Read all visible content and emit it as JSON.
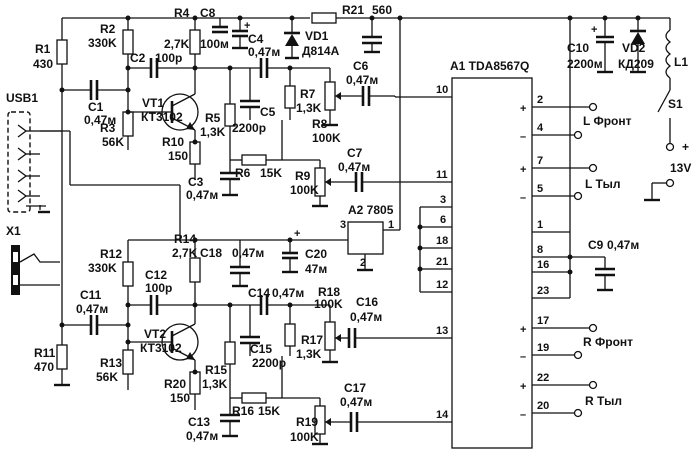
{
  "ic_amp": {
    "label": "A1 TDA8567Q"
  },
  "regulator": {
    "label": "A2 7805",
    "pins": [
      "1",
      "2",
      "3"
    ]
  },
  "amp_pins_left": [
    "10",
    "11",
    "3",
    "6",
    "18",
    "21",
    "12",
    "13",
    "14"
  ],
  "amp_pins_right": [
    "2",
    "4",
    "7",
    "5",
    "1",
    "8",
    "16",
    "23",
    "17",
    "19",
    "22",
    "20"
  ],
  "polarity": {
    "plus": "+",
    "minus": "–"
  },
  "outputs": {
    "l_front": "L Фронт",
    "l_rear": "L Тыл",
    "r_front": "R Фронт",
    "r_rear": "R Тыл"
  },
  "power": {
    "s1": "S1",
    "l1": "L1",
    "plus": "+",
    "voltage": "13V"
  },
  "connectors": {
    "usb": "USB1",
    "jack": "X1"
  },
  "resistors": {
    "R1": [
      "R1",
      "430"
    ],
    "R2": [
      "R2",
      "330K"
    ],
    "R3": [
      "R3",
      "56K"
    ],
    "R4": [
      "R4",
      "2,7K"
    ],
    "R5": [
      "R5",
      "1,3K"
    ],
    "R6": [
      "R6",
      "15K"
    ],
    "R7": [
      "R7",
      "1,3K"
    ],
    "R8": [
      "R8",
      "100K"
    ],
    "R9": [
      "R9",
      "100K"
    ],
    "R10": [
      "R10",
      "150"
    ],
    "R11": [
      "R11",
      "470"
    ],
    "R12": [
      "R12",
      "330K"
    ],
    "R13": [
      "R13",
      "56K"
    ],
    "R14": [
      "R14",
      "2,7K"
    ],
    "R15": [
      "R15",
      "1,3K"
    ],
    "R16": [
      "R16",
      "15K"
    ],
    "R17": [
      "R17",
      "1,3K"
    ],
    "R18": [
      "R18",
      "100K"
    ],
    "R19": [
      "R19",
      "100K"
    ],
    "R20": [
      "R20",
      "150"
    ],
    "R21": [
      "R21",
      "560"
    ]
  },
  "capacitors": {
    "C1": [
      "C1",
      "0,47м"
    ],
    "C2": [
      "C2",
      "100p"
    ],
    "C3": [
      "C3",
      "0,47м"
    ],
    "C4": [
      "C4",
      "0,47м"
    ],
    "C5": [
      "C5",
      "2200p"
    ],
    "C6": [
      "C6",
      "0,47м"
    ],
    "C7": [
      "C7",
      "0,47м"
    ],
    "C8": [
      "C8",
      "100м"
    ],
    "C9": [
      "C9",
      "0,47м"
    ],
    "C10": [
      "C10",
      "2200м"
    ],
    "C11": [
      "C11",
      "0,47м"
    ],
    "C12": [
      "C12",
      "100p"
    ],
    "C13": [
      "C13",
      "0,47м"
    ],
    "C14": [
      "C14",
      "0,47м"
    ],
    "C15": [
      "C15",
      "2200p"
    ],
    "C16": [
      "C16",
      "0,47м"
    ],
    "C17": [
      "C17",
      "0,47м"
    ],
    "C18": [
      "C18",
      "0,47м"
    ],
    "C20": [
      "C20",
      "47м"
    ]
  },
  "semis": {
    "VT1": [
      "VT1",
      "КТ3102"
    ],
    "VT2": [
      "VT2",
      "КТ3102"
    ],
    "VD1": [
      "VD1",
      "Д814А"
    ],
    "VD2": [
      "VD2",
      "КД209"
    ]
  }
}
